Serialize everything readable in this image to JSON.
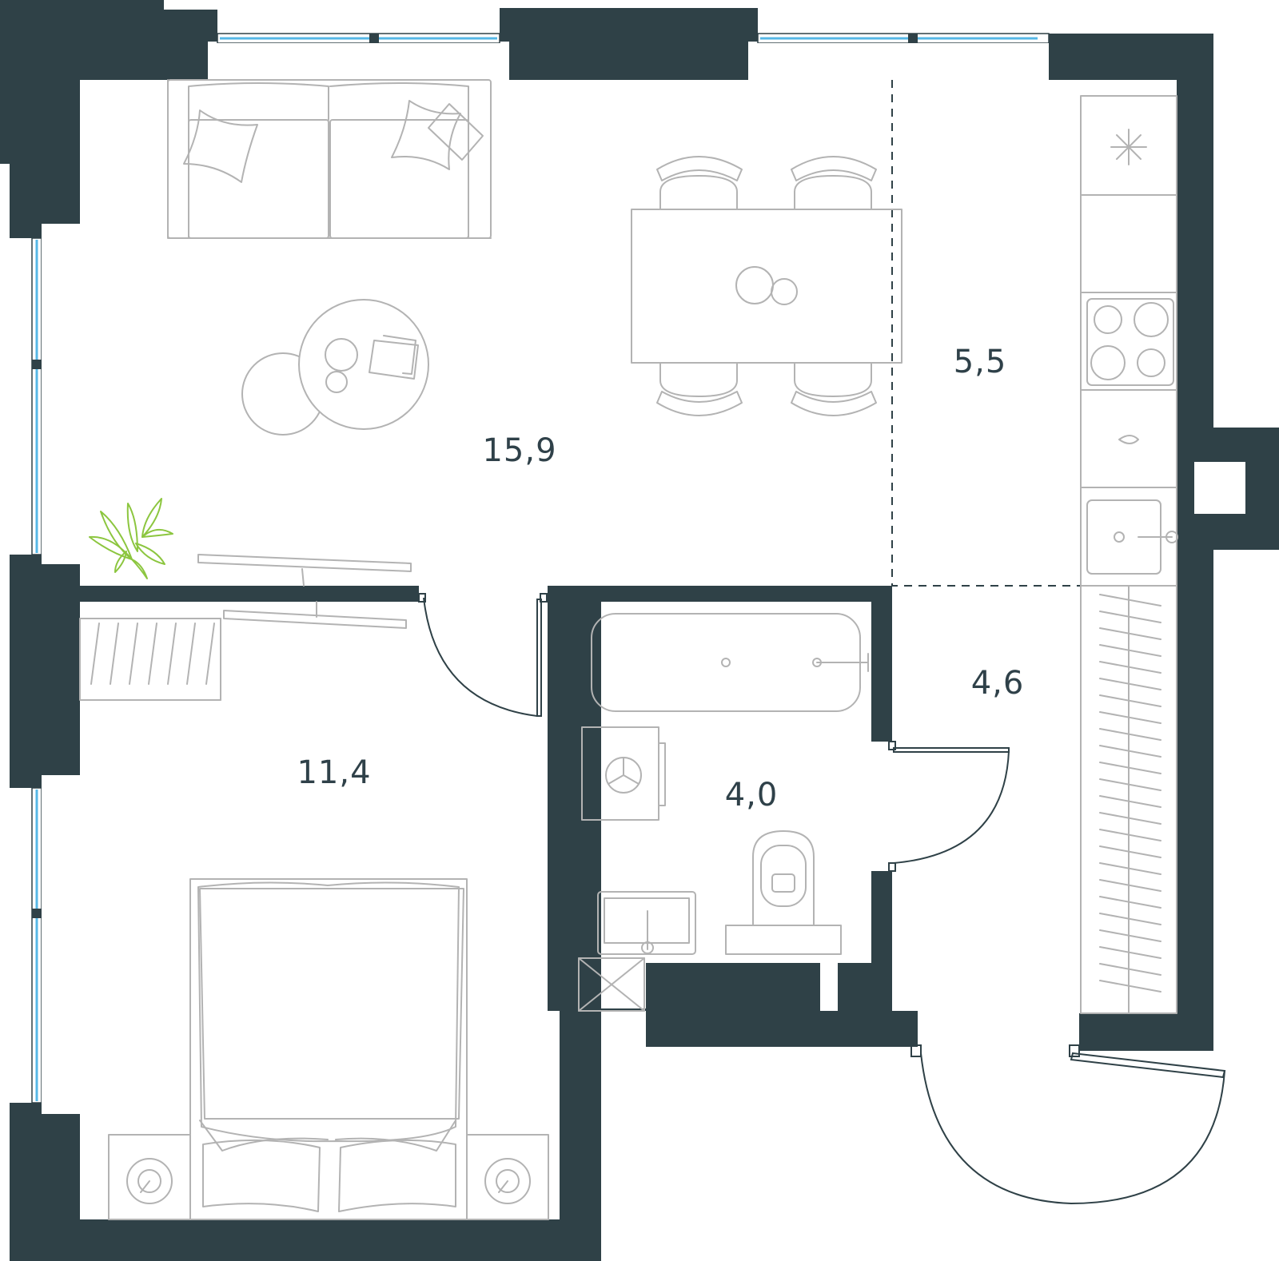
{
  "plan": {
    "rooms": [
      {
        "id": "living-room",
        "area": "15,9"
      },
      {
        "id": "kitchen",
        "area": "5,5"
      },
      {
        "id": "hallway",
        "area": "4,6"
      },
      {
        "id": "bathroom",
        "area": "4,0"
      },
      {
        "id": "bedroom",
        "area": "11,4"
      }
    ],
    "colors": {
      "wall": "#2f4147",
      "furniture": "#b3b3b3",
      "window_glass": "#55b7e6",
      "plant": "#8cc63f"
    },
    "icons": [
      "sofa-icon",
      "dining-table-icon",
      "coffee-table-icon",
      "plant-icon",
      "bed-icon",
      "bathtub-icon",
      "toilet-icon",
      "washbasin-icon",
      "washing-machine-icon",
      "kitchen-counter-icon",
      "stove-icon",
      "sink-icon",
      "fridge-icon",
      "wardrobe-icon"
    ]
  }
}
